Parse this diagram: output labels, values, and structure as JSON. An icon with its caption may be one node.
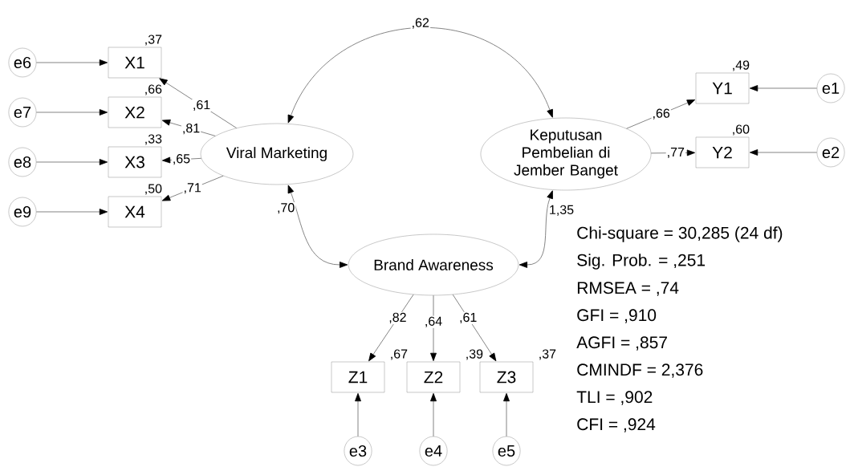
{
  "diagram": {
    "nodes": [
      {
        "text": [
          "Viral Marketing"
        ]
      },
      {
        "text": [
          "Keputusan Pembelian di Jember Banget"
        ]
      },
      {
        "text": [
          "Brand Awareness"
        ]
      },
      {
        "text": [
          "X1"
        ],
        "beside": [
          ",37"
        ]
      },
      {
        "text": [
          "X2"
        ],
        "beside": [
          ",66"
        ]
      },
      {
        "text": [
          "X3"
        ],
        "beside": [
          ",33"
        ]
      },
      {
        "text": [
          "X4"
        ],
        "beside": [
          ",50"
        ]
      },
      {
        "text": [
          "Y1"
        ],
        "beside": [
          ",49"
        ]
      },
      {
        "text": [
          "Y2"
        ],
        "beside": [
          ",60"
        ]
      },
      {
        "text": [
          "Z1"
        ],
        "beside": [
          ",67"
        ]
      },
      {
        "text": [
          "Z2"
        ],
        "beside": [
          ",39"
        ]
      },
      {
        "text": [
          "Z3"
        ],
        "beside": [
          ",37"
        ]
      },
      {
        "text": [
          "e6"
        ]
      },
      {
        "text": [
          "e7"
        ]
      },
      {
        "text": [
          "e8"
        ]
      },
      {
        "text": [
          "e9"
        ]
      },
      {
        "text": [
          "e1"
        ]
      },
      {
        "text": [
          "e2"
        ]
      },
      {
        "text": [
          "e3"
        ]
      },
      {
        "text": [
          "e4"
        ]
      },
      {
        "text": [
          "e5"
        ]
      }
    ],
    "edges": [
      {
        "from": 0,
        "to": 3,
        "arrow": "to",
        "label": ",61"
      },
      {
        "from": 0,
        "to": 4,
        "arrow": "to",
        "label": ",81"
      },
      {
        "from": 0,
        "to": 5,
        "arrow": "to",
        "label": ",65"
      },
      {
        "from": 0,
        "to": 6,
        "arrow": "to",
        "label": ",71"
      },
      {
        "from": 1,
        "to": 7,
        "arrow": "to",
        "label": ",66"
      },
      {
        "from": 1,
        "to": 8,
        "arrow": "to",
        "label": ",77"
      },
      {
        "from": 2,
        "to": 9,
        "arrow": "to",
        "label": ",82"
      },
      {
        "from": 2,
        "to": 10,
        "arrow": "to",
        "label": ",64"
      },
      {
        "from": 2,
        "to": 11,
        "arrow": "to",
        "label": ",61"
      },
      {
        "from": 0,
        "to": 1,
        "arrow": "both",
        "label": ",62"
      },
      {
        "from": 0,
        "to": 2,
        "arrow": "both",
        "label": ",70"
      },
      {
        "from": 1,
        "to": 2,
        "arrow": "both",
        "label": "1,35"
      },
      {
        "from": 12,
        "to": 3,
        "arrow": "to"
      },
      {
        "from": 13,
        "to": 4,
        "arrow": "to"
      },
      {
        "from": 14,
        "to": 5,
        "arrow": "to"
      },
      {
        "from": 15,
        "to": 6,
        "arrow": "to"
      },
      {
        "from": 16,
        "to": 7,
        "arrow": "to"
      },
      {
        "from": 17,
        "to": 8,
        "arrow": "to"
      },
      {
        "from": 18,
        "to": 9,
        "arrow": "to"
      },
      {
        "from": 19,
        "to": 10,
        "arrow": "to"
      },
      {
        "from": 20,
        "to": 11,
        "arrow": "to"
      }
    ],
    "labels": [
      "Chi-square = 30,285 (24 df)",
      "Sig. Prob. = ,251",
      "RMSEA = ,74",
      "GFI = ,910",
      "AGFI = ,857",
      "CMINDF = 2,376",
      "TLI = ,902",
      "CFI = ,924"
    ]
  }
}
